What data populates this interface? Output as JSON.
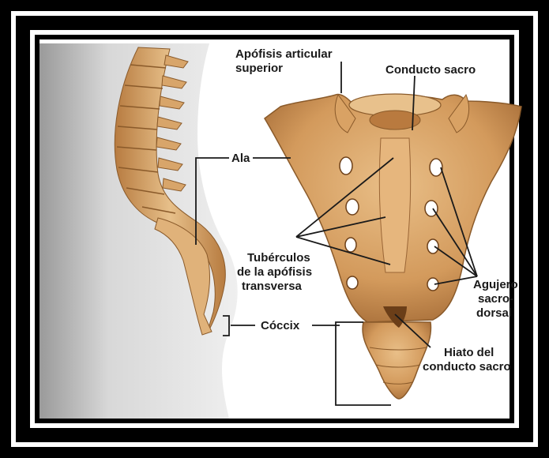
{
  "labels": {
    "apofisis_articular_line1": "Apófisis articular",
    "apofisis_articular_line2": "superior",
    "conducto_sacro": "Conducto sacro",
    "ala": "Ala",
    "tuberculos_line1": "Tubérculos",
    "tuberculos_line2": "de la apófisis",
    "tuberculos_line3": "transversa",
    "agujero_line1": "Agujero",
    "agujero_line2": "sacro-",
    "agujero_line3": "dorsal",
    "coccix": "Cóccix",
    "hiato_line1": "Hiato del",
    "hiato_line2": "conducto sacro"
  },
  "colors": {
    "frame": "#000000",
    "bone": "#d9a66a",
    "bone_shadow": "#a8713c",
    "body_silhouette": "#d6d6d6",
    "label_text": "#1a1a1a"
  }
}
